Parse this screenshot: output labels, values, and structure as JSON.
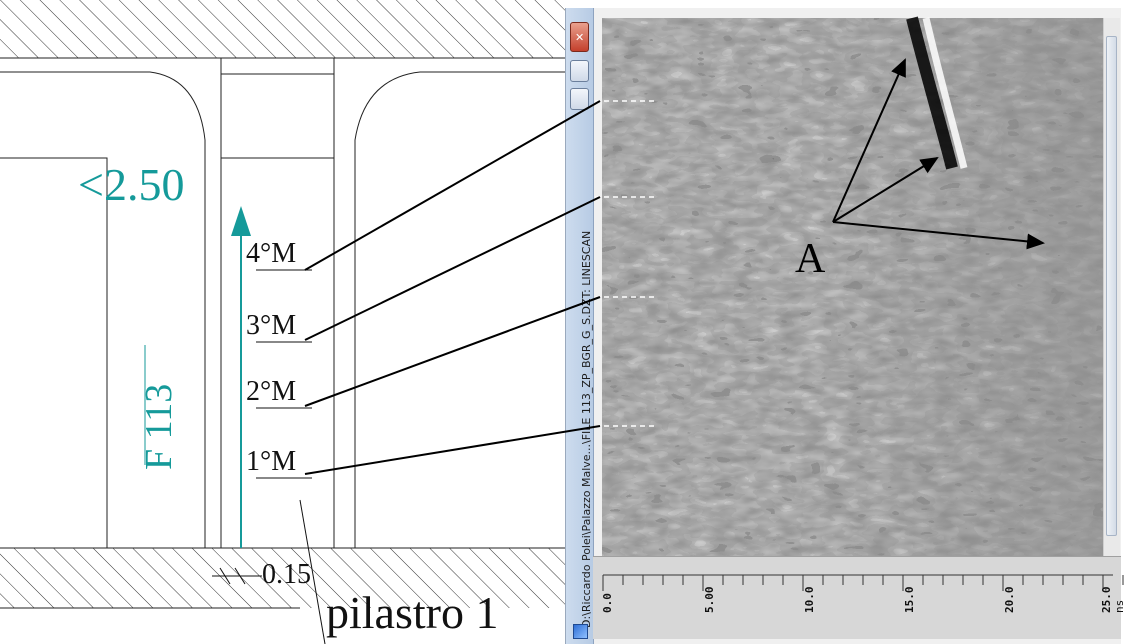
{
  "drawing": {
    "level_label": "<2.50",
    "floor_labels": [
      "4°M",
      "3°M",
      "2°M",
      "1°M"
    ],
    "section_label": "F 113",
    "dimension_label": "0.15",
    "pier_label": "pilastro 1",
    "annotation_label": "A",
    "colors": {
      "teal": "#159a9a",
      "line": "#111111"
    }
  },
  "window": {
    "title": "D:\\Riccardo Polei\\Palazzo Malve...\\FILE    113_ZP_BGR_G_S.DZT: LINESCAN",
    "buttons": [
      "close-button",
      "maximize-button",
      "minimize-button"
    ],
    "time_axis": {
      "unit": "ns",
      "tick_labels": [
        "0.0",
        "5.00",
        "10.0",
        "15.0",
        "20.0",
        "25.0"
      ]
    }
  }
}
